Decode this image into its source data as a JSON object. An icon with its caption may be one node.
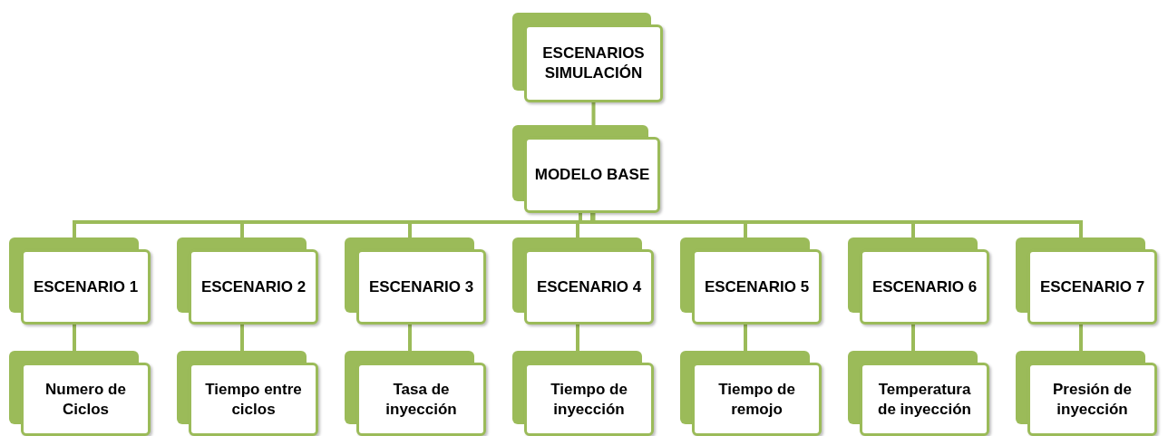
{
  "diagram": {
    "nodes": [
      {
        "text": [
          "ESCENARIOS SIMULACIÓN"
        ]
      },
      {
        "text": [
          "MODELO BASE"
        ]
      },
      {
        "text": [
          "ESCENARIO 1"
        ]
      },
      {
        "text": [
          "ESCENARIO 2"
        ]
      },
      {
        "text": [
          "ESCENARIO 3"
        ]
      },
      {
        "text": [
          "ESCENARIO 4"
        ]
      },
      {
        "text": [
          "ESCENARIO 5"
        ]
      },
      {
        "text": [
          "ESCENARIO 6"
        ]
      },
      {
        "text": [
          "ESCENARIO 7"
        ]
      },
      {
        "text": [
          "Numero de Ciclos"
        ]
      },
      {
        "text": [
          "Tiempo entre ciclos"
        ]
      },
      {
        "text": [
          "Tasa de inyección"
        ]
      },
      {
        "text": [
          "Tiempo de inyección"
        ]
      },
      {
        "text": [
          "Tiempo de remojo"
        ]
      },
      {
        "text": [
          "Temperatura de inyección"
        ]
      },
      {
        "text": [
          "Presión de inyección"
        ]
      }
    ],
    "edges": [
      {
        "from": 0,
        "to": 1,
        "arrow": "none"
      },
      {
        "from": 1,
        "to": 2,
        "arrow": "none"
      },
      {
        "from": 1,
        "to": 3,
        "arrow": "none"
      },
      {
        "from": 1,
        "to": 4,
        "arrow": "none"
      },
      {
        "from": 1,
        "to": 5,
        "arrow": "none"
      },
      {
        "from": 1,
        "to": 6,
        "arrow": "none"
      },
      {
        "from": 1,
        "to": 7,
        "arrow": "none"
      },
      {
        "from": 1,
        "to": 8,
        "arrow": "none"
      },
      {
        "from": 2,
        "to": 9,
        "arrow": "none"
      },
      {
        "from": 3,
        "to": 10,
        "arrow": "none"
      },
      {
        "from": 4,
        "to": 11,
        "arrow": "none"
      },
      {
        "from": 5,
        "to": 12,
        "arrow": "none"
      },
      {
        "from": 6,
        "to": 13,
        "arrow": "none"
      },
      {
        "from": 7,
        "to": 14,
        "arrow": "none"
      },
      {
        "from": 8,
        "to": 15,
        "arrow": "none"
      }
    ]
  }
}
